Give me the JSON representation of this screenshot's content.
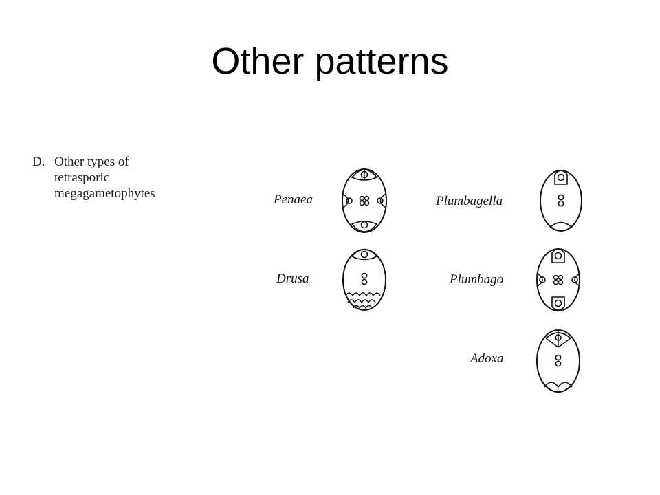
{
  "title": "Other patterns",
  "section": {
    "letter": "D.",
    "lines": [
      "Other types of",
      "tetrasporic",
      "megagametophytes"
    ]
  },
  "types": [
    {
      "name": "Penaea"
    },
    {
      "name": "Drusa"
    },
    {
      "name": "Plumbagella"
    },
    {
      "name": "Plumbago"
    },
    {
      "name": "Adoxa"
    }
  ]
}
